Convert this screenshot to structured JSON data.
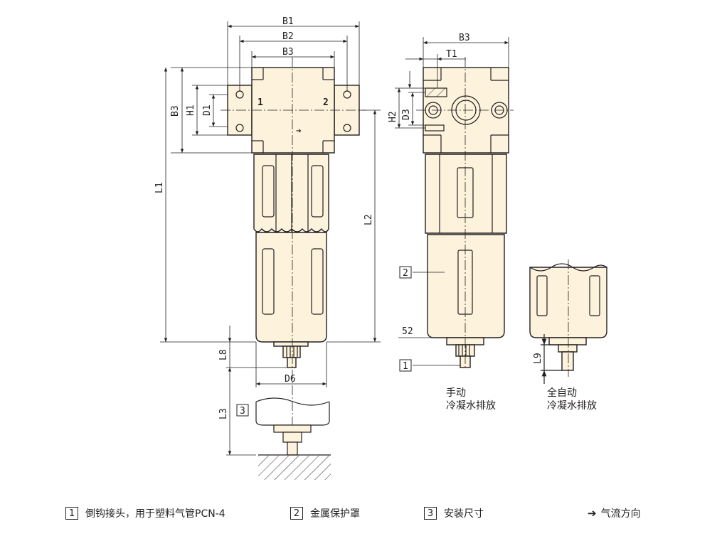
{
  "dimensions": {
    "b1": "B1",
    "b2": "B2",
    "b3": "B3",
    "b3_right": "B3",
    "t1": "T1",
    "h1": "H1",
    "h2": "H2",
    "d1": "D1",
    "d3": "D3",
    "d6": "D6",
    "l1": "L1",
    "l2": "L2",
    "l3": "L3",
    "l8": "L8",
    "l9": "L9",
    "wrench_size": "52"
  },
  "ports": {
    "in": "1",
    "out": "2",
    "flow_arrow": "➔"
  },
  "callouts": {
    "c1": "1",
    "c2": "2",
    "c3": "3"
  },
  "variants": {
    "manual_line1": "手动",
    "manual_line2": "冷凝水排放",
    "auto_line1": "全自动",
    "auto_line2": "冷凝水排放"
  },
  "legend": {
    "item1_num": "1",
    "item1_text": "倒钩接头，用于塑料气管PCN-4",
    "item2_num": "2",
    "item2_text": "金属保护罩",
    "item3_num": "3",
    "item3_text": "安装尺寸",
    "flow_symbol": "➔",
    "flow_text": "气流方向"
  },
  "colors": {
    "body_fill": "#fdf3dc",
    "line": "#231f20"
  }
}
